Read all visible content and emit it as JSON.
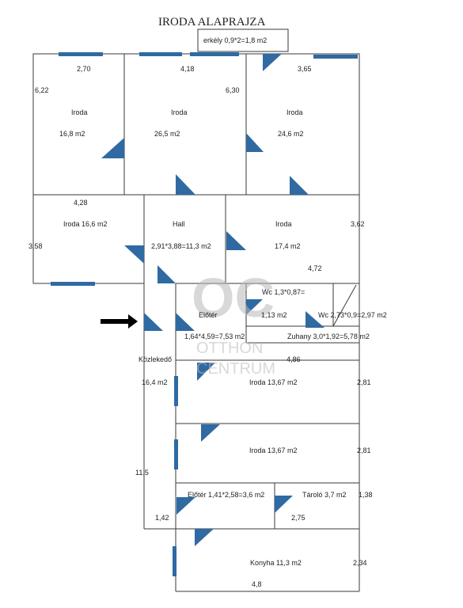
{
  "title": "IRODA ALAPRAJZA",
  "balcony": "erkély 0,9*2=1,8 m2",
  "rooms": [
    {
      "id": "r1",
      "name": "Iroda",
      "area": "16,8 m2"
    },
    {
      "id": "r2",
      "name": "Iroda",
      "area": "26,5 m2"
    },
    {
      "id": "r3",
      "name": "Iroda",
      "area": "24,6 m2"
    },
    {
      "id": "r4",
      "name": "Iroda 16,6 m2"
    },
    {
      "id": "r5",
      "name": "Hall",
      "area": "2,91*3,88=11,3 m2"
    },
    {
      "id": "r6",
      "name": "Iroda",
      "area": "17,4 m2"
    },
    {
      "id": "wc1",
      "name": "Wc 1,3*0,87=",
      "area": "1,13 m2"
    },
    {
      "id": "wc2",
      "name": "Wc 2,73*0,9=2,97 m2"
    },
    {
      "id": "eloter1",
      "name": "Előtér",
      "area": "1,64*4,59=7,53 m2"
    },
    {
      "id": "zuhany",
      "name": "Zuhany 3,0*1,92=5,78 m2"
    },
    {
      "id": "kozlekedo",
      "name": "Közlekedő",
      "area": "16,4 m2"
    },
    {
      "id": "r7",
      "name": "Iroda 13,67 m2"
    },
    {
      "id": "r8",
      "name": "Iroda 13,67 m2"
    },
    {
      "id": "eloter2",
      "name": "Előtér 1,41*2,58=3,6 m2"
    },
    {
      "id": "tarolo",
      "name": "Tároló 3,7 m2"
    },
    {
      "id": "konyha",
      "name": "Konyha  11,3 m2"
    }
  ],
  "dimensions": {
    "d270": "2,70",
    "d418": "4,18",
    "d365": "3,65",
    "d622": "6,22",
    "d630": "6,30",
    "d428": "4,28",
    "d362": "3,62",
    "d358": "3,58",
    "d472": "4,72",
    "d486": "4,86",
    "d281a": "2,81",
    "d281b": "2,81",
    "d115": "11,5",
    "d142": "1,42",
    "d138": "1,38",
    "d275": "2,75",
    "d234": "2,34",
    "d48": "4,8"
  },
  "watermark": {
    "logo": "OC",
    "line1": "OTTHON",
    "line2": "CENTRUM"
  },
  "colors": {
    "wall": "#3a3a3a",
    "door": "#2f6aa3",
    "window": "#2f6aa3",
    "arrow": "#000000"
  }
}
